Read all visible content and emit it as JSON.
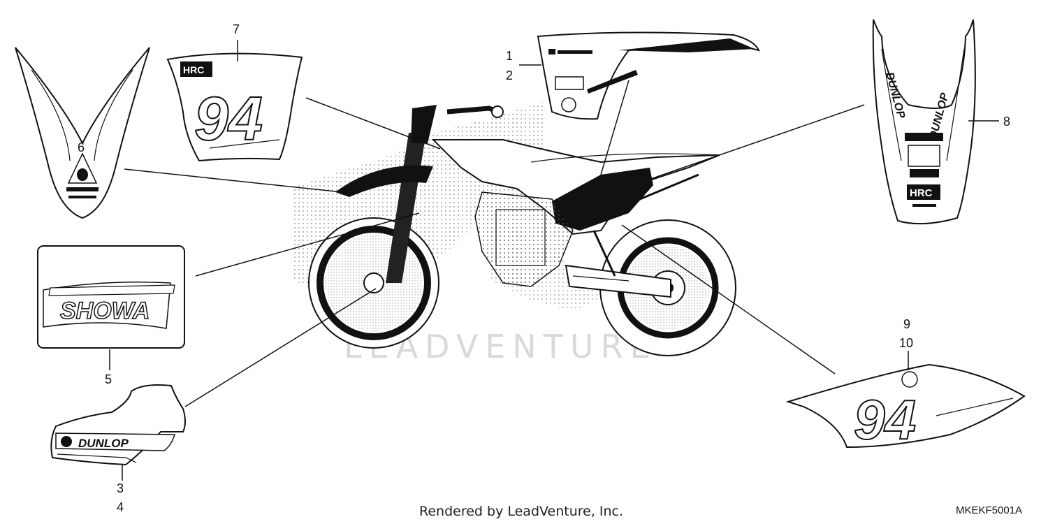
{
  "callouts": {
    "c1": "1",
    "c2": "2",
    "c3": "3",
    "c4": "4",
    "c5": "5",
    "c6": "6",
    "c7": "7",
    "c8": "8",
    "c9": "9",
    "c10": "10"
  },
  "decals": {
    "number_plate_number": "94",
    "side_number": "94",
    "fork_brand": "SHOWA",
    "swingarm_brand": "DUNLOP",
    "fender_brand": "DUNLOP",
    "fender_hrc": "HRC",
    "plate_hrc": "HRC"
  },
  "footer": {
    "rendered_by": "Rendered by LeadVenture, Inc.",
    "diagram_code": "MKEKF5001A"
  },
  "watermark": "LEADVENTURE"
}
